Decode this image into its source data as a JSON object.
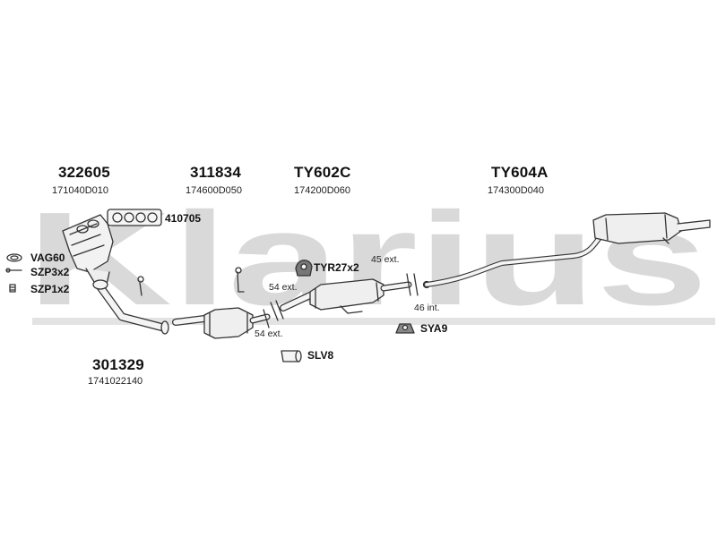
{
  "watermark": {
    "text": "Klarius",
    "color": "#d9d9d9"
  },
  "parts": [
    {
      "number": "322605",
      "oe": "171040D010"
    },
    {
      "number": "311834",
      "oe": "174600D050"
    },
    {
      "number": "TY602C",
      "oe": "174200D060"
    },
    {
      "number": "TY604A",
      "oe": "174300D040"
    },
    {
      "number": "301329",
      "oe": "1741022140"
    }
  ],
  "accessories": {
    "gasket_manifold": "410705",
    "vag": "VAG60",
    "szp3": "SZP3x2",
    "szp1": "SZP1x2",
    "tyr": "TYR27x2",
    "sya": "SYA9",
    "slv": "SLV8"
  },
  "extensions": {
    "e45": "45 ext.",
    "e54a": "54 ext.",
    "e54b": "54 ext.",
    "i46": "46 int."
  },
  "colors": {
    "line": "#333333",
    "fill": "#f4f4f4",
    "shade": "#bdbdbd"
  }
}
